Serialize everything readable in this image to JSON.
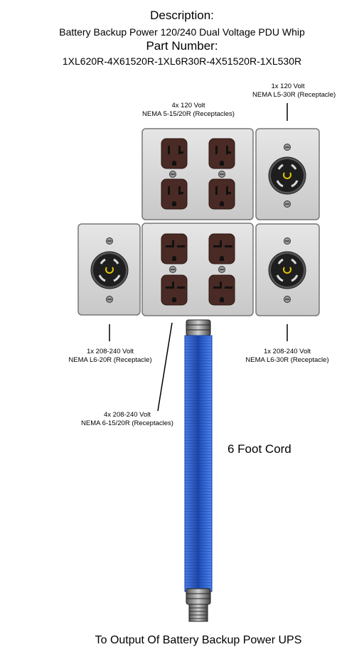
{
  "header": {
    "description_heading": "Description:",
    "description_text": "Battery Backup Power 120/240 Dual Voltage PDU Whip",
    "part_heading": "Part Number:",
    "part_number": "1XL620R-4X61520R-1XL6R30R-4X51520R-1XL530R"
  },
  "labels": {
    "l530_line1": "1x 120 Volt",
    "l530_line2": "NEMA L5-30R (Receptacle)",
    "n515_line1": "4x 120 Volt",
    "n515_line2": "NEMA 5-15/20R (Receptacles)",
    "l620_line1": "1x 208-240 Volt",
    "l620_line2": "NEMA L6-20R (Receptacle)",
    "l630_line1": "1x 208-240 Volt",
    "l630_line2": "NEMA L6-30R (Receptacle)",
    "n615_line1": "4x 208-240 Volt",
    "n615_line2": "NEMA 6-15/20R (Receptacles)"
  },
  "cord_label": "6 Foot Cord",
  "footer": "To Output Of Battery Backup Power UPS",
  "colors": {
    "cord_blue": "#2f63d6",
    "receptacle_brown": "#4a2a24",
    "box_gray": "#d6d6d6",
    "locking_black": "#1e1e1e",
    "locking_accent": "#e6c800"
  }
}
